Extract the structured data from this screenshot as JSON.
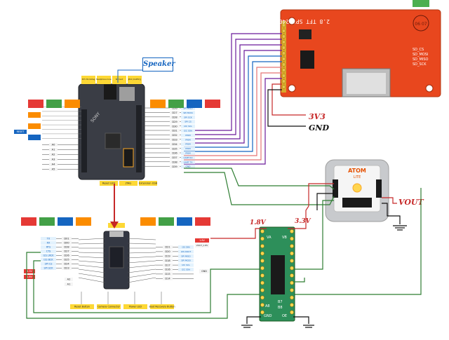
{
  "speaker": {
    "label": "Speaker"
  },
  "lcd": {
    "title": "2.8 TFT SPI 240X320 V1.2",
    "sd_pins": [
      "SD_CS",
      "SD_MOSI",
      "SD_MISO",
      "SD_SCK"
    ],
    "stamp": "06 07"
  },
  "power": {
    "v33": "3V3",
    "gnd": "GND",
    "v18": "1.8V",
    "v33b": "3.3V",
    "vout": "VOUT"
  },
  "atom": {
    "brand": "ATOM",
    "model": "LITE"
  },
  "level_shifter": {
    "pins_top": [
      "VA",
      "VB"
    ],
    "pins_bottom": [
      "A8",
      "B7",
      "B8"
    ],
    "gnd": "GND",
    "oe": "OE"
  },
  "spresense_main": {
    "brand": "SONY",
    "bottom_labels": [
      "Reset LED",
      "JTAG",
      "Extension USB"
    ],
    "top_labels": [
      "3P.5 3D-Voltage Jumper",
      "Headphone Connector",
      "SD Card",
      "JP10 (UART2) Jumper & Microphone pins"
    ],
    "right_pins": [
      "D26",
      "D27",
      "D28",
      "D29",
      "D30",
      "D31",
      "D32",
      "D33",
      "D34",
      "D35",
      "D36",
      "D37",
      "D38",
      "D39"
    ],
    "right_signals": [
      "SPI MISO",
      "SPI MOSI",
      "SPI SCK",
      "SPI CS",
      "I2C SCL",
      "I2C SDA",
      "PWM",
      "PWM",
      "PWM",
      "PWM",
      "PWM",
      "UART RX",
      "UART TX",
      "GND"
    ],
    "left_pins": [
      "A0",
      "A1",
      "A2",
      "A3",
      "A4",
      "A5"
    ],
    "left_tag": "RESET"
  },
  "spresense_ext": {
    "left_pins": [
      "TX",
      "RX",
      "RTS",
      "CTS",
      "I2S LRCK",
      "I2S BCK",
      "SPI CS",
      "SPI SCK"
    ],
    "left_dpins": [
      "D01",
      "D00",
      "D28",
      "D27",
      "D26",
      "D25",
      "D24",
      "D23"
    ],
    "left_analog": [
      "A2",
      "A1"
    ],
    "left_analog_d": [
      "D22",
      "D18"
    ],
    "right_dpins": [
      "D21",
      "D20",
      "D19",
      "D18",
      "D17",
      "D16",
      "D15",
      "D14"
    ],
    "right_signals": [
      "I2S DIN",
      "I2S DOUT",
      "SPI MISO",
      "SPI MOSI",
      "I2C SCL",
      "I2C SDA"
    ],
    "right_rail": [
      "1.8V",
      "VOUT_1.8V"
    ],
    "bottom_labels": [
      "Reset Button",
      "Camera Connector",
      "Power LED",
      "Boot Recovery Button"
    ],
    "gnd": "GND",
    "left_rail": [
      "3.3V",
      "1.8V"
    ]
  },
  "colors": {
    "lcd_board": "#e8471e",
    "lcd_pin": "#d4b02a",
    "main_board": "#3a3d45",
    "ext_board": "#343843",
    "atom_body": "#c8cacd",
    "shifter": "#2d8f5a",
    "red_wire": "#c62828",
    "green_wire": "#2e7d32",
    "purple_wire": "#6a1b9a",
    "blue_wire": "#1565c0",
    "pink_wire": "#e57373",
    "black_wire": "#111111"
  }
}
